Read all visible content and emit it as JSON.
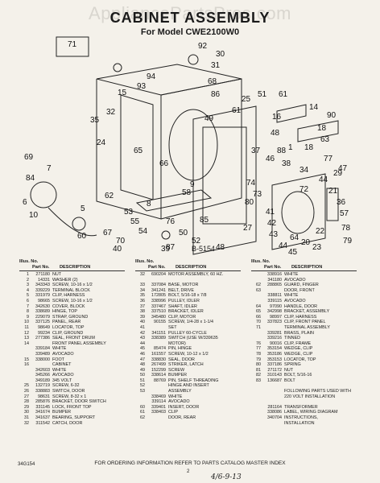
{
  "watermark": "AppliancePartsPros.com",
  "title": "CABINET ASSEMBLY",
  "subtitle": "For Model CWE2100W0",
  "drawing_number": "B-5154",
  "callouts": [
    "71",
    "92",
    "30",
    "31",
    "68",
    "94",
    "93",
    "15",
    "32",
    "35",
    "86",
    "14",
    "90",
    "18",
    "16",
    "48",
    "49",
    "1",
    "18",
    "46",
    "76",
    "38",
    "34",
    "44",
    "24",
    "65",
    "66",
    "72",
    "69",
    "84",
    "7",
    "6",
    "10",
    "5",
    "62",
    "8",
    "9",
    "53",
    "55",
    "54",
    "48",
    "87",
    "58",
    "60",
    "67",
    "70",
    "27",
    "74",
    "73",
    "80",
    "37",
    "39",
    "40",
    "41",
    "42",
    "43",
    "44",
    "45",
    "77",
    "47",
    "36",
    "57",
    "78",
    "79",
    "64",
    "20",
    "23",
    "22",
    "21",
    "29",
    "25",
    "61",
    "51",
    "61",
    "63",
    "88",
    "85",
    "50",
    "52"
  ],
  "table_headers": {
    "ill": "Illus. No.",
    "part": "Part No.",
    "desc": "DESCRIPTION"
  },
  "columns": [
    [
      [
        "1",
        "271180",
        "NUT"
      ],
      [
        "2",
        "14331",
        "WASHER (2)"
      ],
      [
        "3",
        "343343",
        "SCREW, 10-16 x 1/2"
      ],
      [
        "4",
        "339229",
        "TERMINAL BLOCK"
      ],
      [
        "5",
        "331979",
        "CLIP, HARNESS"
      ],
      [
        "6",
        "98665",
        "SCREW, 10-16 x 1/2"
      ],
      [
        "7",
        "342630",
        "COVER, BLOCK"
      ],
      [
        "8",
        "338689",
        "HINGE, TOP"
      ],
      [
        "9",
        "229079",
        "STRAP, GROUND"
      ],
      [
        "10",
        "337125",
        "PANEL, REAR"
      ],
      [
        "11",
        "98649",
        "LOCATOR, TOP"
      ],
      [
        "12",
        "99234",
        "CLIP, GROUND"
      ],
      [
        "13",
        "277386",
        "SEAL, FRONT DRUM"
      ],
      [
        "14",
        "",
        "FRONT PANEL ASSEMBLY"
      ],
      [
        "",
        "339184",
        "WHITE"
      ],
      [
        "",
        "339489",
        "AVOCADO"
      ],
      [
        "15",
        "338000",
        "FOOT"
      ],
      [
        "16",
        "",
        "CABINET"
      ],
      [
        "",
        "342603",
        "WHITE"
      ],
      [
        "",
        "345266",
        "AVOCADO"
      ],
      [
        "",
        "349189",
        "345 VOLT"
      ],
      [
        "25",
        "132719",
        "SCREW, 6-32"
      ],
      [
        "26",
        "338883",
        "SWITCH, DOOR"
      ],
      [
        "27",
        "98631",
        "SCREW, 8-32 x 1"
      ],
      [
        "28",
        "285876",
        "BRACKET, DOOR SWITCH"
      ],
      [
        "29",
        "331145",
        "LOCK, FRONT TOP"
      ],
      [
        "30",
        "341674",
        "BUMPER"
      ],
      [
        "31",
        "341637",
        "BEARING, SUPPORT"
      ],
      [
        "32",
        "311542",
        "CATCH, DOOR"
      ]
    ],
    [
      [
        "32",
        "690204",
        "MOTOR ASSEMBLY, 60 HZ."
      ],
      [
        "",
        "",
        ""
      ],
      [
        "33",
        "337084",
        "BASE, MOTOR"
      ],
      [
        "34",
        "341241",
        "BELT, DRIVE"
      ],
      [
        "35",
        "172805",
        "BOLT, 5/16-18 x 7/8"
      ],
      [
        "36",
        "338996",
        "PULLEY, IDLER"
      ],
      [
        "37",
        "337467",
        "SHAFT, IDLER"
      ],
      [
        "38",
        "337510",
        "BRACKET, IDLER"
      ],
      [
        "39",
        "345480",
        "CLIP, MOTOR"
      ],
      [
        "40",
        "90155",
        "SCREW, 1/4-28 x 1-1/4"
      ],
      [
        "41",
        "",
        "SET"
      ],
      [
        "42",
        "341151",
        "PULLEY 60-CYCLE"
      ],
      [
        "43",
        "338389",
        "SWITCH (USE W/339635"
      ],
      [
        "44",
        "",
        "MOTOR)"
      ],
      [
        "45",
        "85474",
        "PIN, HINGE"
      ],
      [
        "46",
        "161557",
        "SCREW, 10-12 x 1/2"
      ],
      [
        "47",
        "338830",
        "SEAL, DOOR"
      ],
      [
        "48",
        "267499",
        "STRIKER, LATCH"
      ],
      [
        "49",
        "152299",
        "SCREW"
      ],
      [
        "50",
        "338614",
        "BUMPER"
      ],
      [
        "51",
        "88769",
        "PIN, SHELF THREADING"
      ],
      [
        "52",
        "",
        "HINGE AND INSERT"
      ],
      [
        "53",
        "",
        "ASSEMBLY"
      ],
      [
        "",
        "338469",
        "WHITE"
      ],
      [
        "",
        "339114",
        "AVOCADO"
      ],
      [
        "60",
        "339401",
        "INSERT, DOOR"
      ],
      [
        "61",
        "338403",
        "CLIP"
      ],
      [
        "62",
        "",
        "DOOR, REAR"
      ]
    ],
    [
      [
        "",
        "338916",
        "WHITE"
      ],
      [
        "",
        "341180",
        "AVOCADO"
      ],
      [
        "62",
        "288865",
        "GUARD, FINGER"
      ],
      [
        "63",
        "",
        "DOOR, FRONT"
      ],
      [
        "",
        "338811",
        "WHITE"
      ],
      [
        "",
        "339115",
        "AVOCADO"
      ],
      [
        "64",
        "97090",
        "HANDLE, DOOR"
      ],
      [
        "65",
        "342998",
        "BRACKET, ASSEMBLY"
      ],
      [
        "66",
        "98997",
        "CLIP, HARNESS"
      ],
      [
        "70",
        "337823",
        "CLIP, FRONT PANEL"
      ],
      [
        "71",
        "",
        "TERMINAL ASSEMBLY"
      ],
      [
        "",
        "339281",
        "BRASS, PLAIN"
      ],
      [
        "",
        "339216",
        "TINNED"
      ],
      [
        "76",
        "90016",
        "CLIP, FRAME"
      ],
      [
        "77",
        "353154",
        "WEDGE, CLIP"
      ],
      [
        "78",
        "353186",
        "WEDGE, CLIP"
      ],
      [
        "79",
        "353153",
        "LOCATOR, TOP"
      ],
      [
        "80",
        "337186",
        "SPRING"
      ],
      [
        "81",
        "271172",
        "NUT"
      ],
      [
        "82",
        "310143",
        "BOLT, 5/16-16"
      ],
      [
        "83",
        "136687",
        "BOLT"
      ],
      [
        "",
        "",
        ""
      ],
      [
        "",
        "",
        "FOLLOWING PARTS USED WITH"
      ],
      [
        "",
        "",
        "220 VOLT INSTALLATION"
      ],
      [
        "",
        "",
        ""
      ],
      [
        "",
        "281164",
        "TRANSFORMER"
      ],
      [
        "",
        "338086",
        "LABEL, WIRING DIAGRAM"
      ],
      [
        "",
        "340704",
        "INSTRUCTIONS,"
      ],
      [
        "",
        "",
        "INSTALLATION"
      ]
    ]
  ],
  "footer_text": "FOR ORDERING INFORMATION REFER TO PARTS CATALOG MASTER INDEX",
  "revision": "34G154",
  "page_number": "2",
  "handwritten_note": "4/6-9-13"
}
